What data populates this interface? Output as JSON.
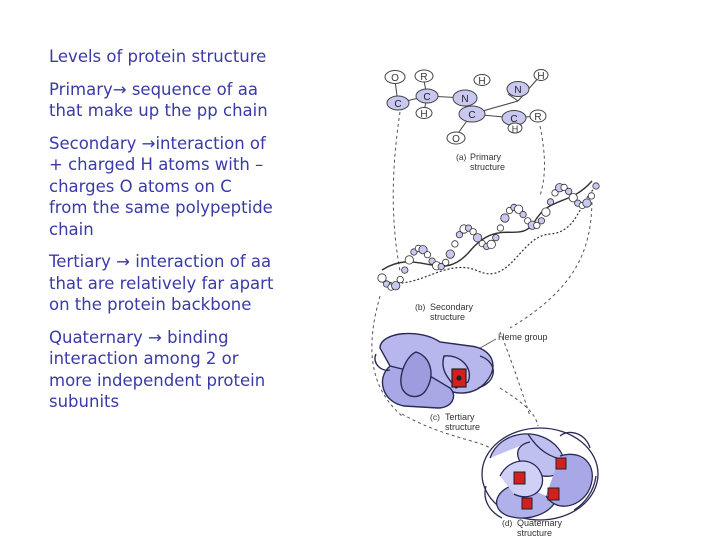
{
  "text": {
    "title": "Levels of protein structure",
    "primary": "Primary→ sequence of aa that make up the pp chain",
    "secondary": "Secondary →interaction of + charged H atoms with – charges O atoms on C from the same polypeptide chain",
    "tertiary": "Tertiary → interaction of aa that are relatively far apart on the protein backbone",
    "quaternary": "Quaternary → binding interaction among 2 or more independent protein subunits"
  },
  "figure": {
    "atoms": {
      "o": "O",
      "c": "C",
      "n": "N",
      "h": "H",
      "r": "R"
    },
    "labels": {
      "a_letter": "(a)",
      "a_text": "Primary",
      "a_text2": "structure",
      "b_letter": "(b)",
      "b_text": "Secondary",
      "b_text2": "structure",
      "heme": "Heme group",
      "c_letter": "(c)",
      "c_text": "Tertiary",
      "c_text2": "structure",
      "d_letter": "(d)",
      "d_text": "Quaternary",
      "d_text2": "structure"
    },
    "colors": {
      "ribbon": "#b7b7ee",
      "ribbon_edge": "#2a2a55",
      "heme": "#d22020",
      "text": "#3a3aa8",
      "label": "#333333"
    }
  }
}
